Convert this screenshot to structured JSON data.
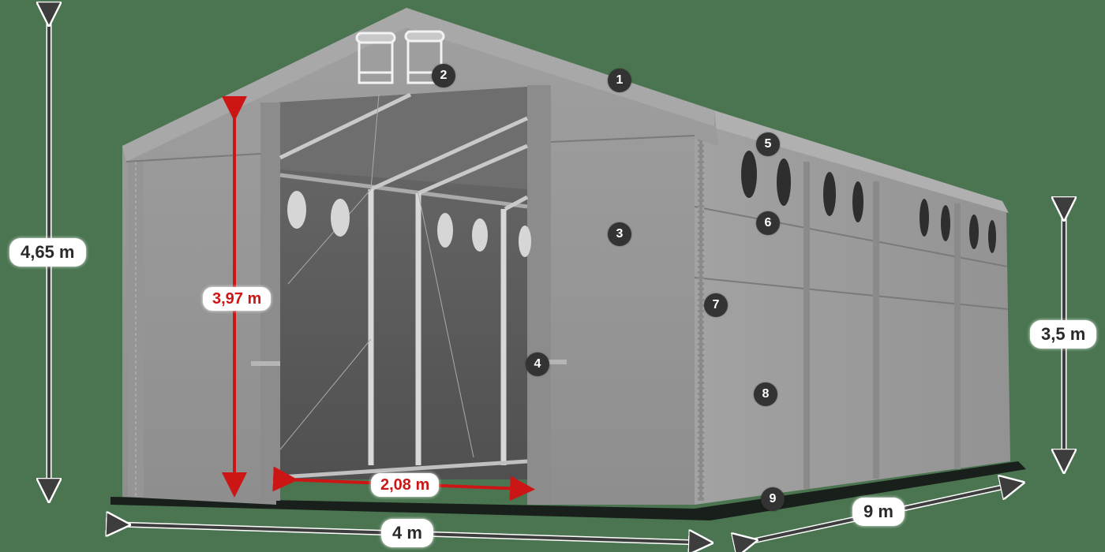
{
  "colors": {
    "background": "#4a7550",
    "tent_fabric": "#9a9a9a",
    "tent_shadow": "#7c7c7c",
    "interior": "#5a5a5a",
    "red_accent": "#cc1515",
    "marker_bg": "#333333",
    "arrow_dark": "#3d3d3d"
  },
  "dimensions": {
    "total_height": "4,65 m",
    "door_height": "3,97 m",
    "door_width": "2,08 m",
    "side_height": "3,5 m",
    "length": "9 m",
    "width": "4 m"
  },
  "markers": [
    {
      "id": "1",
      "label": "1"
    },
    {
      "id": "2",
      "label": "2"
    },
    {
      "id": "3",
      "label": "3"
    },
    {
      "id": "4",
      "label": "4"
    },
    {
      "id": "5",
      "label": "5"
    },
    {
      "id": "6",
      "label": "6"
    },
    {
      "id": "7",
      "label": "7"
    },
    {
      "id": "8",
      "label": "8"
    },
    {
      "id": "9",
      "label": "9"
    }
  ]
}
